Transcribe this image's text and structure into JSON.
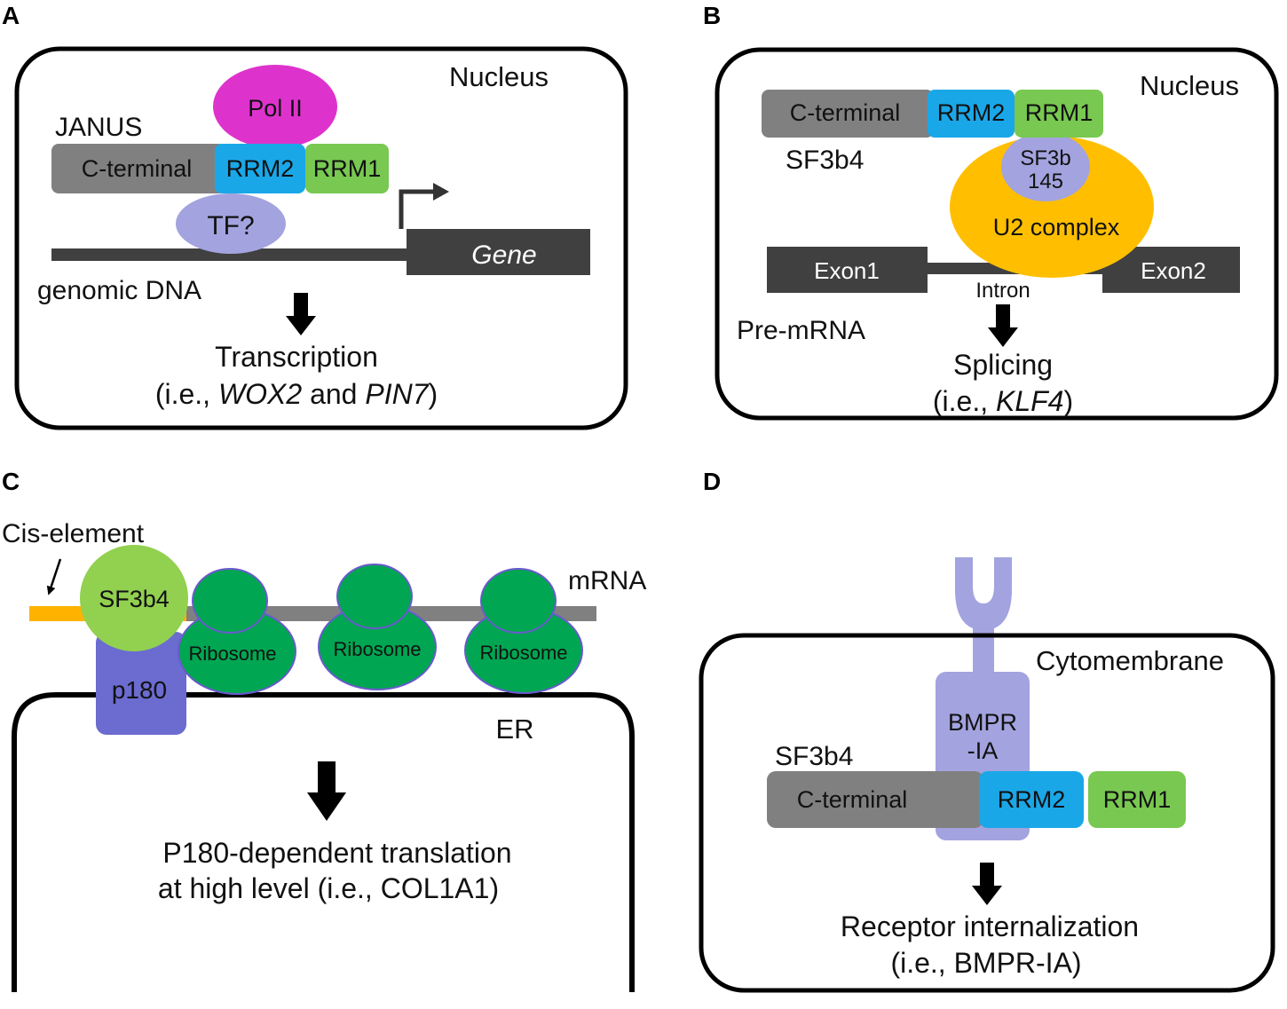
{
  "panels": {
    "A": {
      "letter": "A",
      "compartment": "Nucleus",
      "protein": "JANUS",
      "domains": {
        "c_terminal": "C-terminal",
        "rrm2": "RRM2",
        "rrm1": "RRM1"
      },
      "pol": "Pol II",
      "tf": "TF?",
      "gene": "Gene",
      "dna": "genomic DNA",
      "outcome_line1": "Transcription",
      "outcome_pre": "(i.e., ",
      "outcome_gene1": "WOX2",
      "outcome_and": " and ",
      "outcome_gene2": "PIN7",
      "outcome_post": ")"
    },
    "B": {
      "letter": "B",
      "compartment": "Nucleus",
      "protein": "SF3b4",
      "domains": {
        "c_terminal": "C-terminal",
        "rrm2": "RRM2",
        "rrm1": "RRM1"
      },
      "sf3b_line1": "SF3b",
      "sf3b_line2": "145",
      "u2": "U2 complex",
      "exon1": "Exon1",
      "exon2": "Exon2",
      "intron": "Intron",
      "rna": "Pre-mRNA",
      "outcome_line1": "Splicing",
      "outcome_pre": "(i.e., ",
      "outcome_gene": "KLF4",
      "outcome_post": ")"
    },
    "C": {
      "letter": "C",
      "cis": "Cis-element",
      "sf3b4": "SF3b4",
      "mrna": "mRNA",
      "p180": "p180",
      "ribosome": "Ribosome",
      "er": "ER",
      "outcome_line1": "P180-dependent translation",
      "outcome_line2": "at high level (i.e., COL1A1)"
    },
    "D": {
      "letter": "D",
      "compartment": "Cytomembrane",
      "receptor_line1": "BMPR",
      "receptor_line2": "-IA",
      "protein": "SF3b4",
      "domains": {
        "c_terminal": "C-terminal",
        "rrm2": "RRM2",
        "rrm1": "RRM1"
      },
      "outcome_line1": "Receptor internalization",
      "outcome_line2": "(i.e., BMPR-IA)"
    }
  },
  "colors": {
    "c_terminal": "#808080",
    "rrm2": "#1aa7e8",
    "rrm1": "#78c851",
    "pol_ii": "#dd33cc",
    "tf": "#a3a3df",
    "dna": "#404040",
    "u2": "#ffbf00",
    "sf3b145": "#a3a3df",
    "cis_element": "#ffb300",
    "mrna": "#808080",
    "sf3b4_ball": "#92d050",
    "p180": "#6b6bd0",
    "ribosome": "#00a651",
    "ribosome_outline": "#6a5acd",
    "receptor": "#a3a3df",
    "arrow": "#000000",
    "border": "#000000"
  }
}
